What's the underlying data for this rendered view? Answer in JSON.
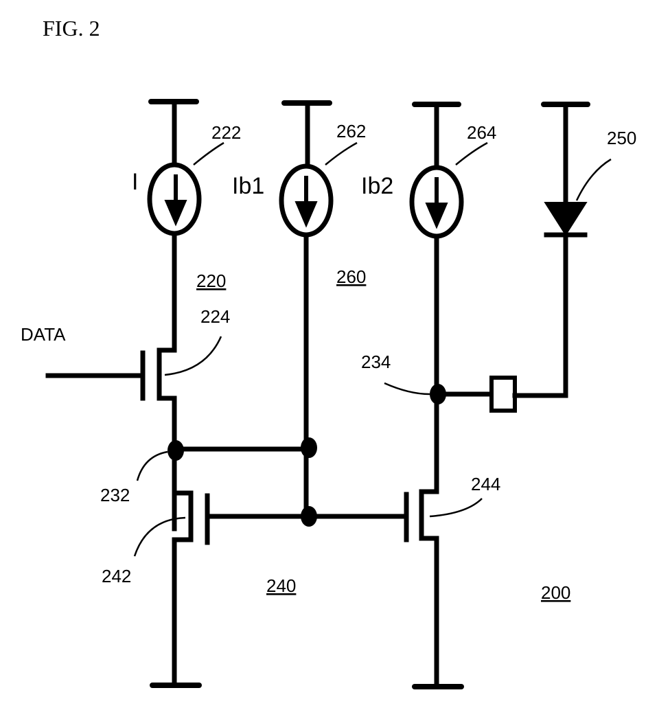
{
  "figure": {
    "title": "FIG. 2",
    "labels": {
      "circuit": "200",
      "block_220": "220",
      "block_240": "240",
      "block_260": "260",
      "source_i": "222",
      "source_ib1": "262",
      "source_ib2": "264",
      "diode": "250",
      "data_transistor": "224",
      "mirror_left": "242",
      "mirror_right": "244",
      "node_left": "232",
      "node_right": "234",
      "current_i": "I",
      "current_ib1": "Ib1",
      "current_ib2": "Ib2",
      "data_input": "DATA"
    }
  }
}
